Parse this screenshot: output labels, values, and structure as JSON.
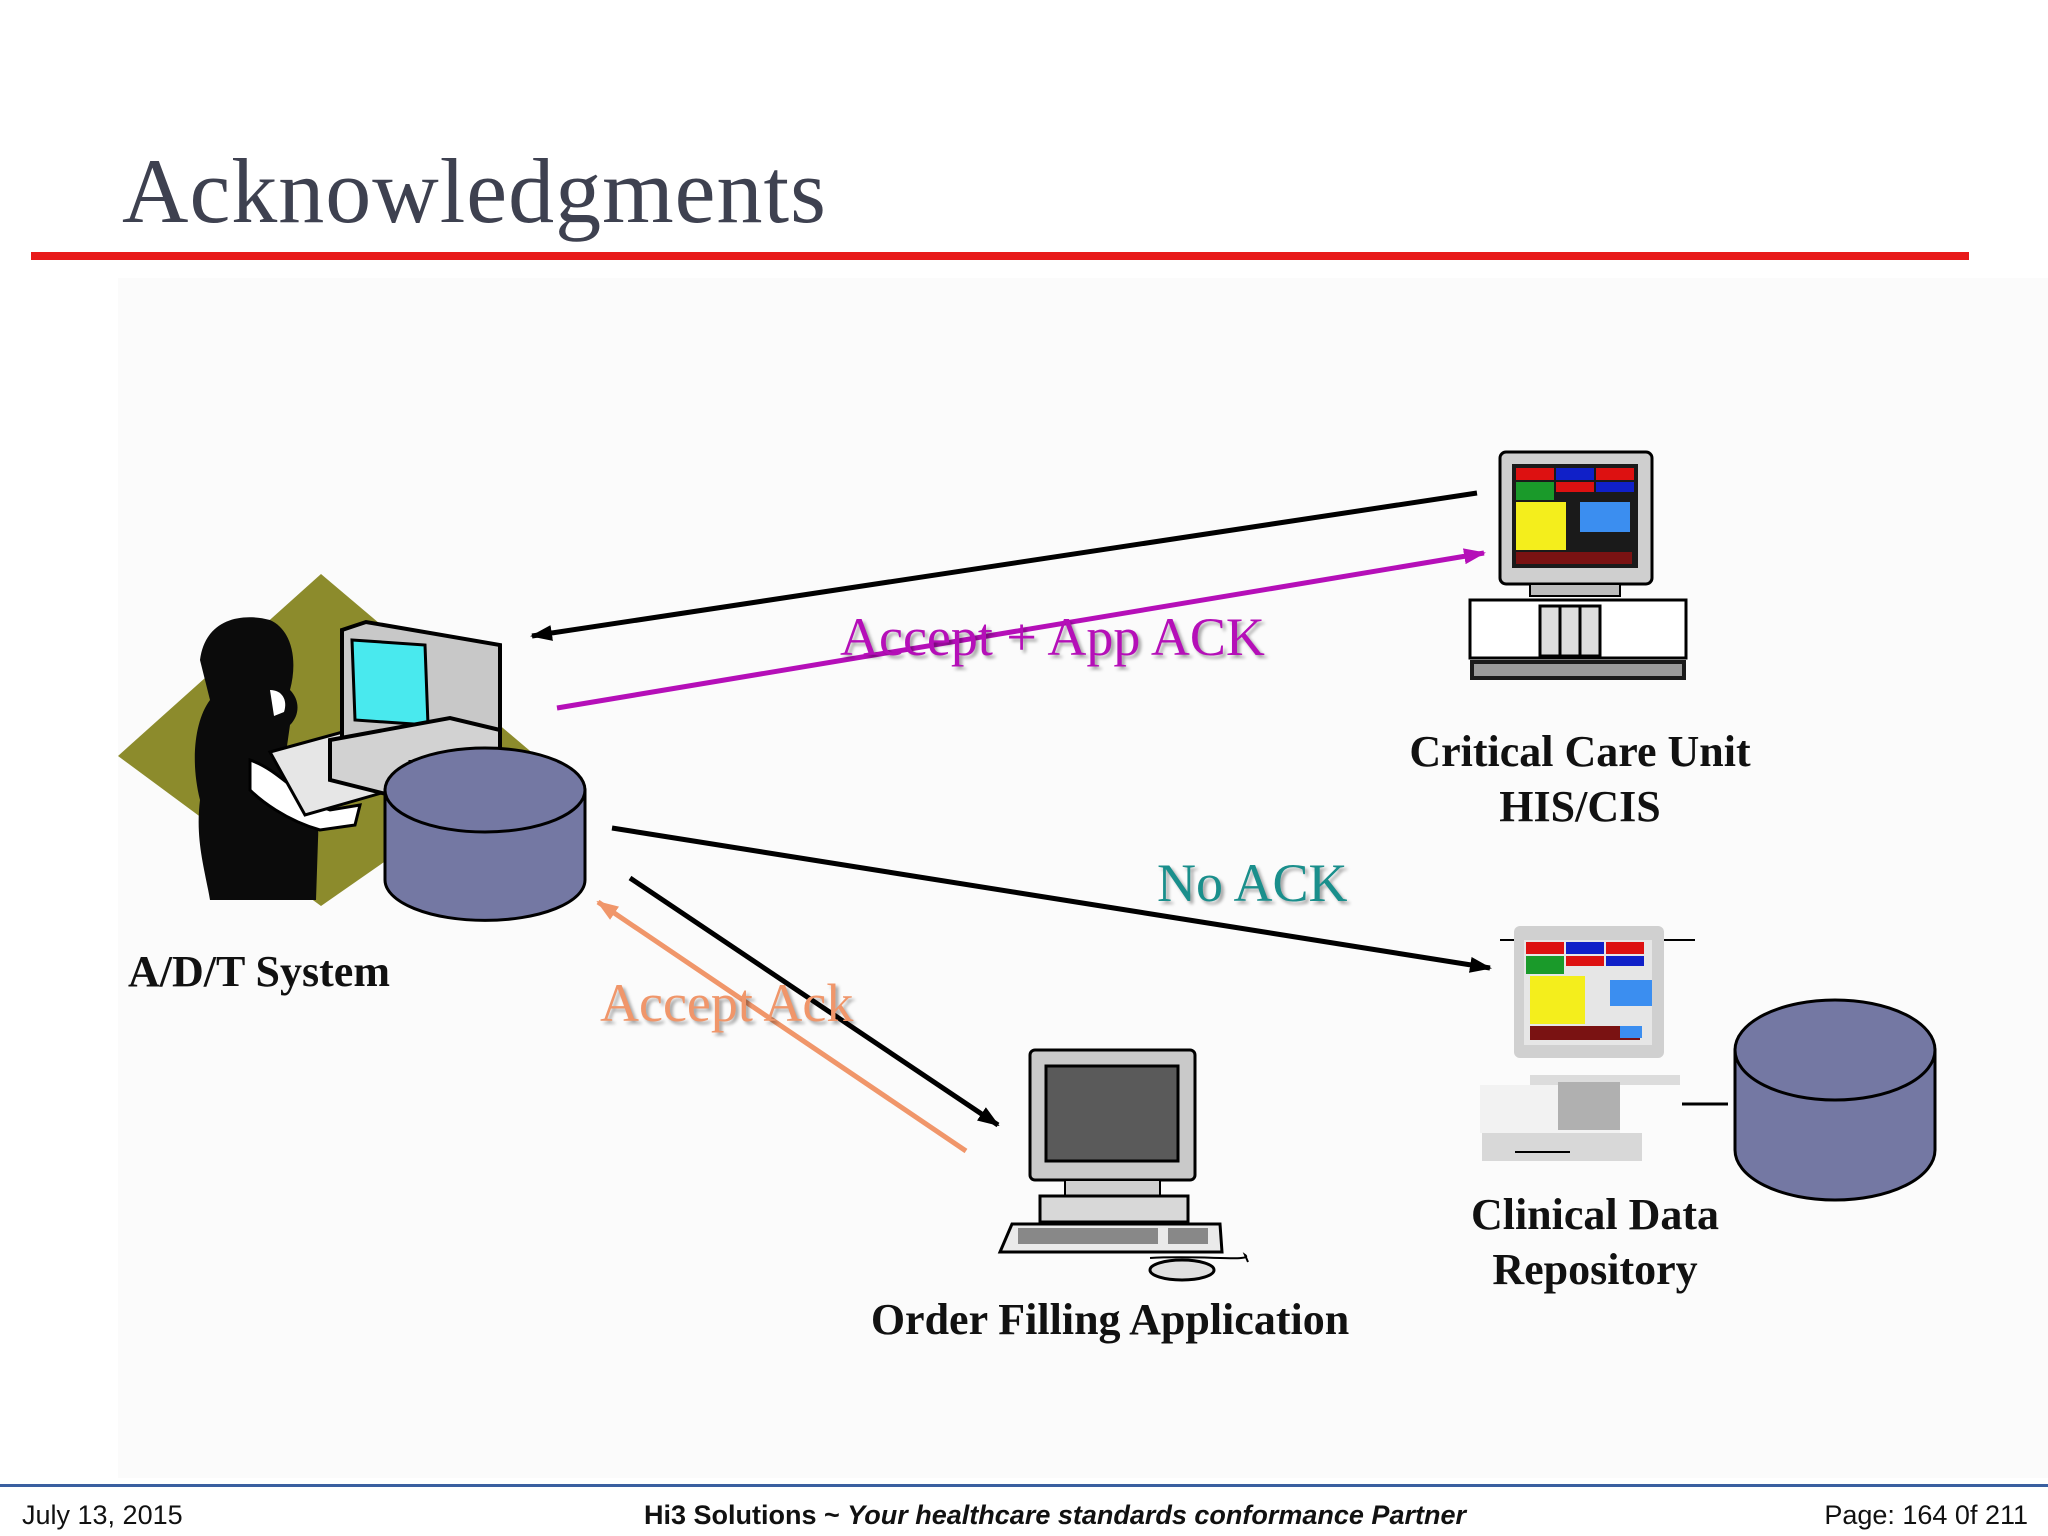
{
  "slide": {
    "title": "Acknowledgments"
  },
  "nodes": {
    "adt": "A/D/T System",
    "ccu_line1": "Critical Care Unit",
    "ccu_line2": "HIS/CIS",
    "cdr_line1": "Clinical Data",
    "cdr_line2": "Repository",
    "order": "Order Filling Application"
  },
  "messages": {
    "accept_app_ack": "Accept + App ACK",
    "no_ack": "No ACK",
    "accept_ack": "Accept Ack"
  },
  "colors": {
    "accent_rule": "#e81a1a",
    "accept_app_ack": "#b50fb8",
    "no_ack": "#1a8f8c",
    "accept_ack": "#f0966a",
    "database": "#7478a3"
  },
  "footer": {
    "date": "July 13, 2015",
    "company": "Hi3 Solutions ~ ",
    "tagline": "Your healthcare standards conformance Partner",
    "page": "Page: 164 0f 211"
  }
}
